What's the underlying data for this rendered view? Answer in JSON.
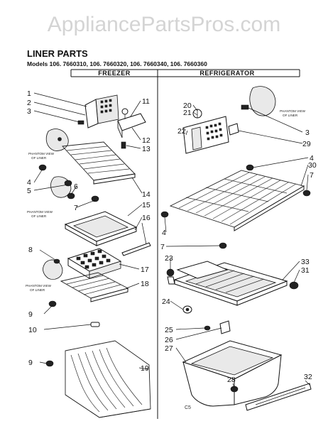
{
  "watermark": "AppliancePartsPros.com",
  "title": "LINER PARTS",
  "models": "Models 106. 7660310, 106. 7660320, 106. 7660340, 106. 7660360",
  "columns": {
    "freezer": "FREEZER",
    "refrigerator": "REFRIGERATOR"
  },
  "phantom_note": {
    "line1": "PHANTOM VIEW",
    "line2": "OF LINER"
  },
  "footer_code": "C5",
  "callouts": {
    "c1": "1",
    "c2": "2",
    "c3": "3",
    "c4": "4",
    "c5": "5",
    "c6": "6",
    "c7": "7",
    "c8": "8",
    "c9": "9",
    "c10": "10",
    "c11": "11",
    "c12": "12",
    "c13": "13",
    "c14": "14",
    "c15": "15",
    "c16": "16",
    "c17": "17",
    "c18": "18",
    "c19": "19",
    "c20": "20",
    "c21": "21",
    "c22": "22",
    "c23": "23",
    "c24": "24",
    "c25": "25",
    "c26": "26",
    "c27": "27",
    "c28": "28",
    "c29": "29",
    "c30": "30",
    "c31": "31",
    "c32": "32",
    "c33": "33"
  }
}
